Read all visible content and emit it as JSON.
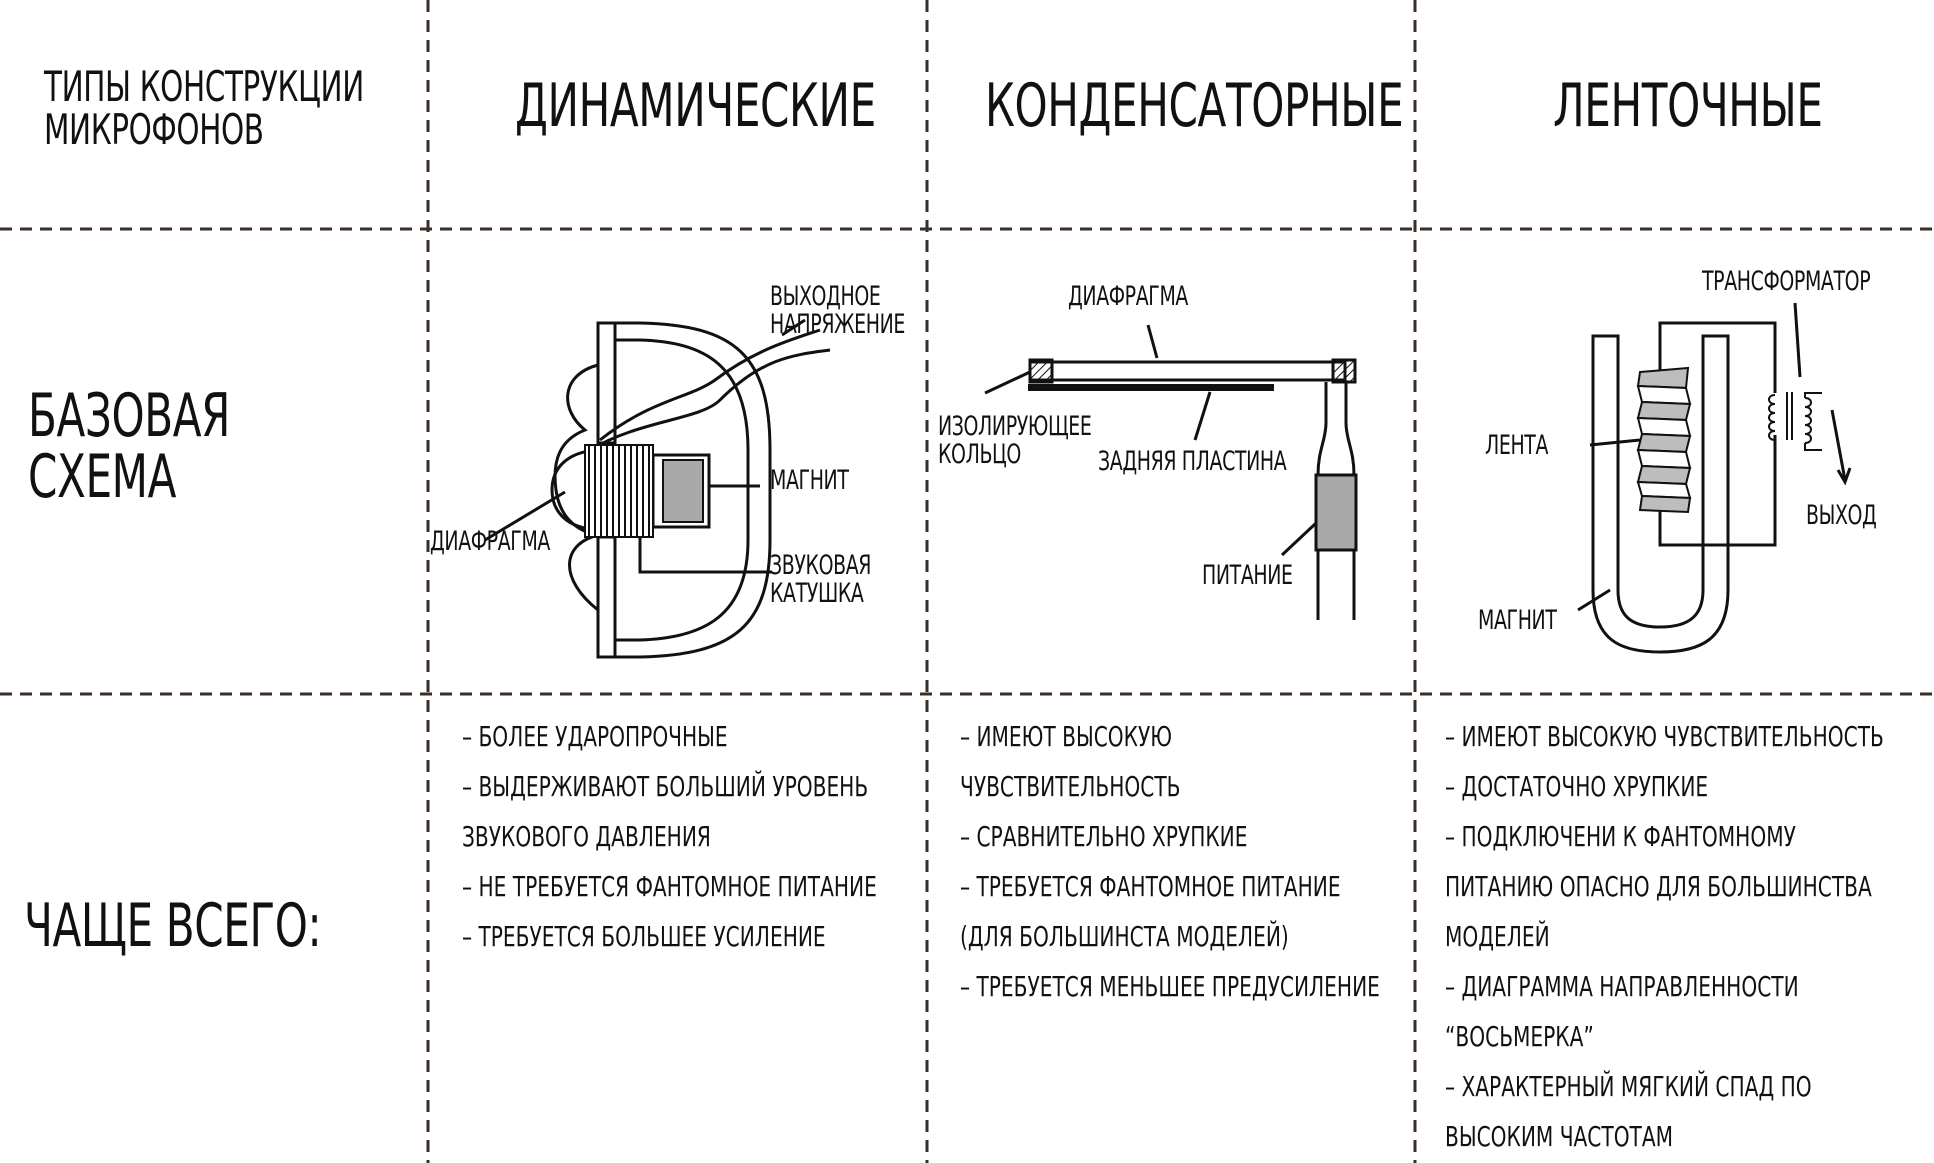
{
  "corner": {
    "line1": "ТИПЫ КОНСТРУКЦИИ",
    "line2": "МИКРОФОНОВ"
  },
  "columns": [
    {
      "title": "ДИНАМИЧЕСКИЕ"
    },
    {
      "title": "КОНДЕНСАТОРНЫЕ"
    },
    {
      "title": "ЛЕНТОЧНЫЕ"
    }
  ],
  "rows": {
    "scheme": {
      "line1": "БАЗОВАЯ",
      "line2": "СХЕМА"
    },
    "traits": {
      "label": "ЧАЩЕ ВСЕГО:"
    }
  },
  "dynamic": {
    "labels": {
      "output1": "ВЫХОДНОЕ",
      "output2": "НАПРЯЖЕНИЕ",
      "magnet": "МАГНИТ",
      "coil1": "ЗВУКОВАЯ",
      "coil2": "КАТУШКА",
      "diaphragm": "ДИАФРАГМА"
    },
    "traits": [
      "– БОЛЕЕ УДАРОПРОЧНЫЕ",
      "– ВЫДЕРЖИВАЮТ БОЛЬШИЙ УРОВЕНЬ",
      "ЗВУКОВОГО ДАВЛЕНИЯ",
      "– НЕ ТРЕБУЕТСЯ ФАНТОМНОЕ ПИТАНИЕ",
      "– ТРЕБУЕТСЯ БОЛЬШЕЕ УСИЛЕНИЕ"
    ]
  },
  "condenser": {
    "labels": {
      "diaphragm": "ДИАФРАГМА",
      "ring1": "ИЗОЛИРУЮЩЕЕ",
      "ring2": "КОЛЬЦО",
      "backplate": "ЗАДНЯЯ ПЛАСТИНА",
      "power": "ПИТАНИЕ"
    },
    "traits": [
      "– ИМЕЮТ ВЫСОКУЮ",
      "ЧУВСТВИТЕЛЬНОСТЬ",
      "– СРАВНИТЕЛЬНО ХРУПКИЕ",
      "– ТРЕБУЕТСЯ ФАНТОМНОЕ ПИТАНИЕ",
      "(ДЛЯ БОЛЬШИНСТА МОДЕЛЕЙ)",
      "– ТРЕБУЕТСЯ МЕНЬШЕЕ ПРЕДУСИЛЕНИЕ"
    ]
  },
  "ribbon": {
    "labels": {
      "transformer": "ТРАНСФОРМАТОР",
      "ribbon": "ЛЕНТА",
      "output": "ВЫХОД",
      "magnet": "МАГНИТ"
    },
    "traits": [
      "– ИМЕЮТ ВЫСОКУЮ ЧУВСТВИТЕЛЬНОСТЬ",
      "– ДОСТАТОЧНО ХРУПКИЕ",
      "– ПОДКЛЮЧЕНИ К ФАНТОМНОМУ",
      "ПИТАНИЮ ОПАСНО ДЛЯ БОЛЬШИНСТВА",
      "МОДЕЛЕЙ",
      "– ДИАГРАММА НАПРАВЛЕННОСТИ",
      "“ВОСЬМЕРКА”",
      "– ХАРАКТЕРНЫЙ МЯГКИЙ СПАД ПО",
      "ВЫСОКИМ ЧАСТОТАМ"
    ]
  },
  "colors": {
    "ink": "#111111",
    "grid": "#3a2e26",
    "fill_gray": "#a9a9a9",
    "paper": "#ffffff"
  }
}
